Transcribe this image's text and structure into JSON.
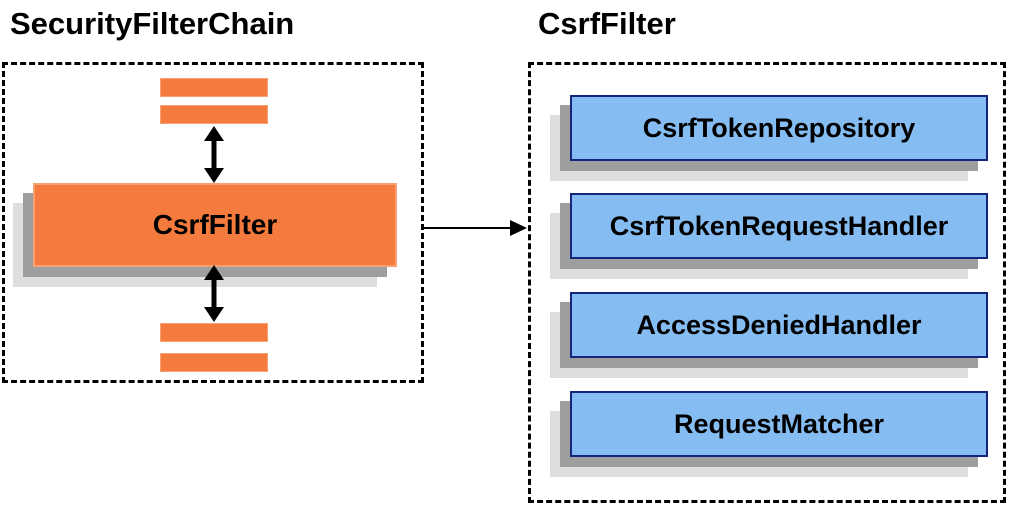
{
  "diagram": {
    "left": {
      "title": "SecurityFilterChain",
      "filter_box_label": "CsrfFilter"
    },
    "right": {
      "title": "CsrfFilter",
      "components": [
        "CsrfTokenRepository",
        "CsrfTokenRequestHandler",
        "AccessDeniedHandler",
        "RequestMatcher"
      ]
    }
  },
  "colors": {
    "orange_fill": "#F47B3D",
    "orange_border": "#F7A173",
    "blue_fill": "#85BDF2",
    "blue_border": "#14257C",
    "shadow_dark": "#9E9E9E",
    "shadow_light": "#DEDEDE",
    "arrow_black": "#000000"
  }
}
